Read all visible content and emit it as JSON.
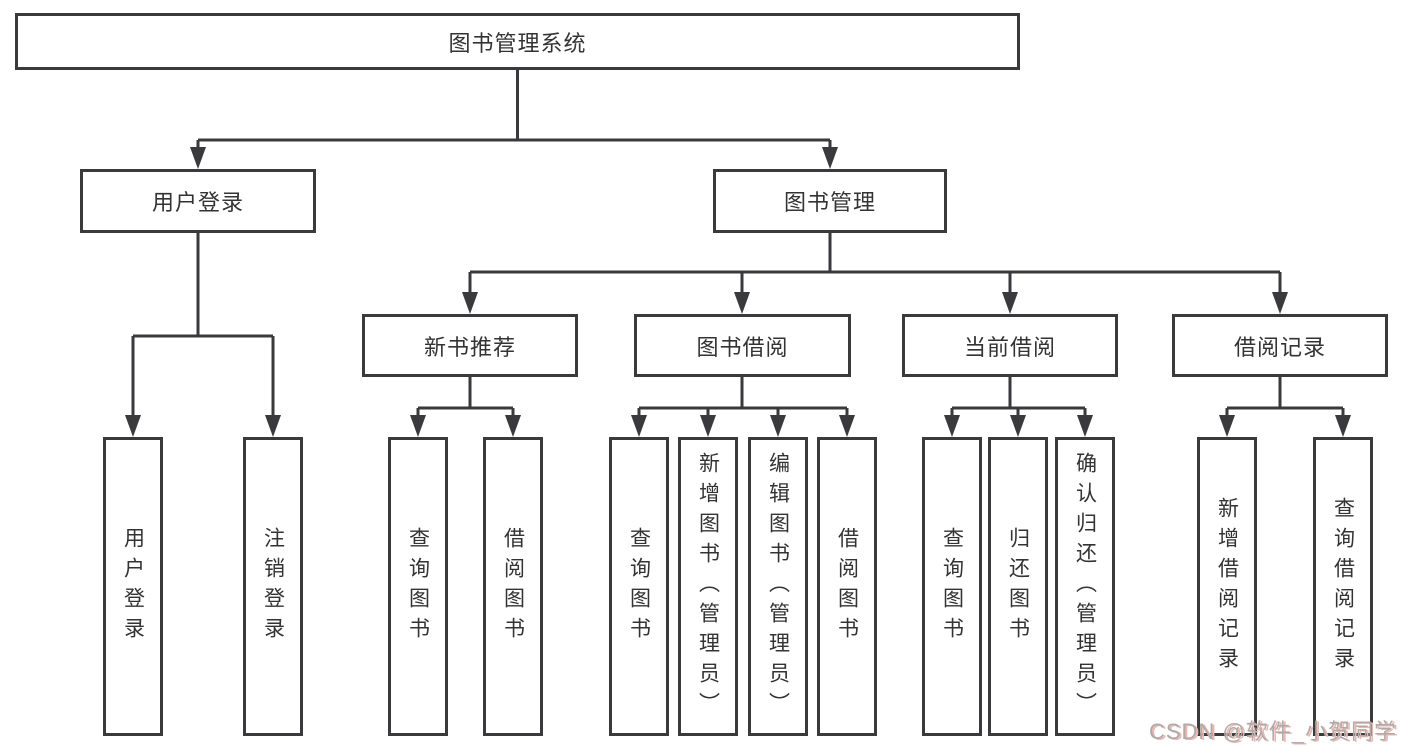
{
  "tree": {
    "root": {
      "label": "图书管理系统"
    },
    "branches": [
      {
        "label": "用户登录",
        "children": [
          {
            "label": "用户登录"
          },
          {
            "label": "注销登录"
          }
        ]
      },
      {
        "label": "图书管理",
        "groups": [
          {
            "label": "新书推荐",
            "children": [
              {
                "label": "查询图书"
              },
              {
                "label": "借阅图书"
              }
            ]
          },
          {
            "label": "图书借阅",
            "children": [
              {
                "label": "查询图书"
              },
              {
                "label": "新增图书（管理员）"
              },
              {
                "label": "编辑图书（管理员）"
              },
              {
                "label": "借阅图书"
              }
            ]
          },
          {
            "label": "当前借阅",
            "children": [
              {
                "label": "查询图书"
              },
              {
                "label": "归还图书"
              },
              {
                "label": "确认归还（管理员）"
              }
            ]
          },
          {
            "label": "借阅记录",
            "children": [
              {
                "label": "新增借阅记录"
              },
              {
                "label": "查询借阅记录"
              }
            ]
          }
        ]
      }
    ]
  },
  "watermark": {
    "text": "CSDN @软件_小贺同学"
  },
  "colors": {
    "line": "#3a3a3c",
    "text": "#333333",
    "background": "#ffffff",
    "watermark_text": "#ababab",
    "watermark_shadow": "#f0b6ae"
  }
}
